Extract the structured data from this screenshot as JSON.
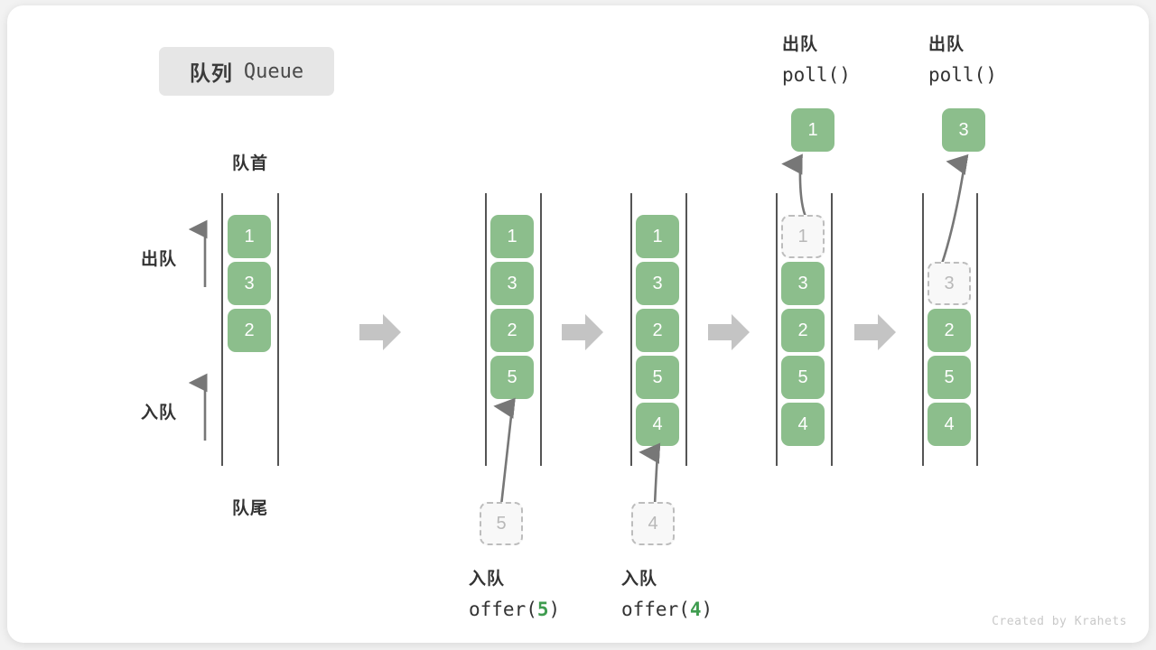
{
  "title": {
    "cn": "队列",
    "en": "Queue"
  },
  "labels": {
    "head": "队首",
    "tail": "队尾",
    "dequeue": "出队",
    "enqueue": "入队"
  },
  "colors": {
    "cell_fill": "#8cbe8c",
    "cell_text": "#ffffff",
    "ghost_fill": "#f8f8f8",
    "ghost_text": "#b8b8b8",
    "ghost_border": "#bdbdbd",
    "rail": "#555555",
    "arrow": "#777777",
    "step_arrow": "#c4c4c4",
    "badge_bg": "#e6e6e6",
    "accent_code": "#3f9c4f",
    "text": "#333333",
    "card_bg": "#ffffff",
    "page_bg": "#f2f2f2"
  },
  "columns": [
    {
      "name": "initial-queue",
      "cells": [
        {
          "value": "1",
          "state": "filled"
        },
        {
          "value": "3",
          "state": "filled"
        },
        {
          "value": "2",
          "state": "filled"
        }
      ]
    },
    {
      "name": "after-offer-5",
      "cells": [
        {
          "value": "1",
          "state": "filled"
        },
        {
          "value": "3",
          "state": "filled"
        },
        {
          "value": "2",
          "state": "filled"
        },
        {
          "value": "5",
          "state": "filled"
        }
      ]
    },
    {
      "name": "after-offer-4",
      "cells": [
        {
          "value": "1",
          "state": "filled"
        },
        {
          "value": "3",
          "state": "filled"
        },
        {
          "value": "2",
          "state": "filled"
        },
        {
          "value": "5",
          "state": "filled"
        },
        {
          "value": "4",
          "state": "filled"
        }
      ]
    },
    {
      "name": "after-poll-1",
      "cells": [
        {
          "value": "1",
          "state": "ghost"
        },
        {
          "value": "3",
          "state": "filled"
        },
        {
          "value": "2",
          "state": "filled"
        },
        {
          "value": "5",
          "state": "filled"
        },
        {
          "value": "4",
          "state": "filled"
        }
      ]
    },
    {
      "name": "after-poll-3",
      "cells": [
        {
          "value": "",
          "state": "empty"
        },
        {
          "value": "3",
          "state": "ghost"
        },
        {
          "value": "2",
          "state": "filled"
        },
        {
          "value": "5",
          "state": "filled"
        },
        {
          "value": "4",
          "state": "filled"
        }
      ]
    }
  ],
  "operations": {
    "offer_5": {
      "cn": "入队",
      "code_prefix": "offer(",
      "arg": "5",
      "code_suffix": ")",
      "incoming_value": "5"
    },
    "offer_4": {
      "cn": "入队",
      "code_prefix": "offer(",
      "arg": "4",
      "code_suffix": ")",
      "incoming_value": "4"
    },
    "poll_1": {
      "cn": "出队",
      "code": "poll()",
      "returned_value": "1"
    },
    "poll_3": {
      "cn": "出队",
      "code": "poll()",
      "returned_value": "3"
    }
  },
  "credit": "Created by Krahets"
}
